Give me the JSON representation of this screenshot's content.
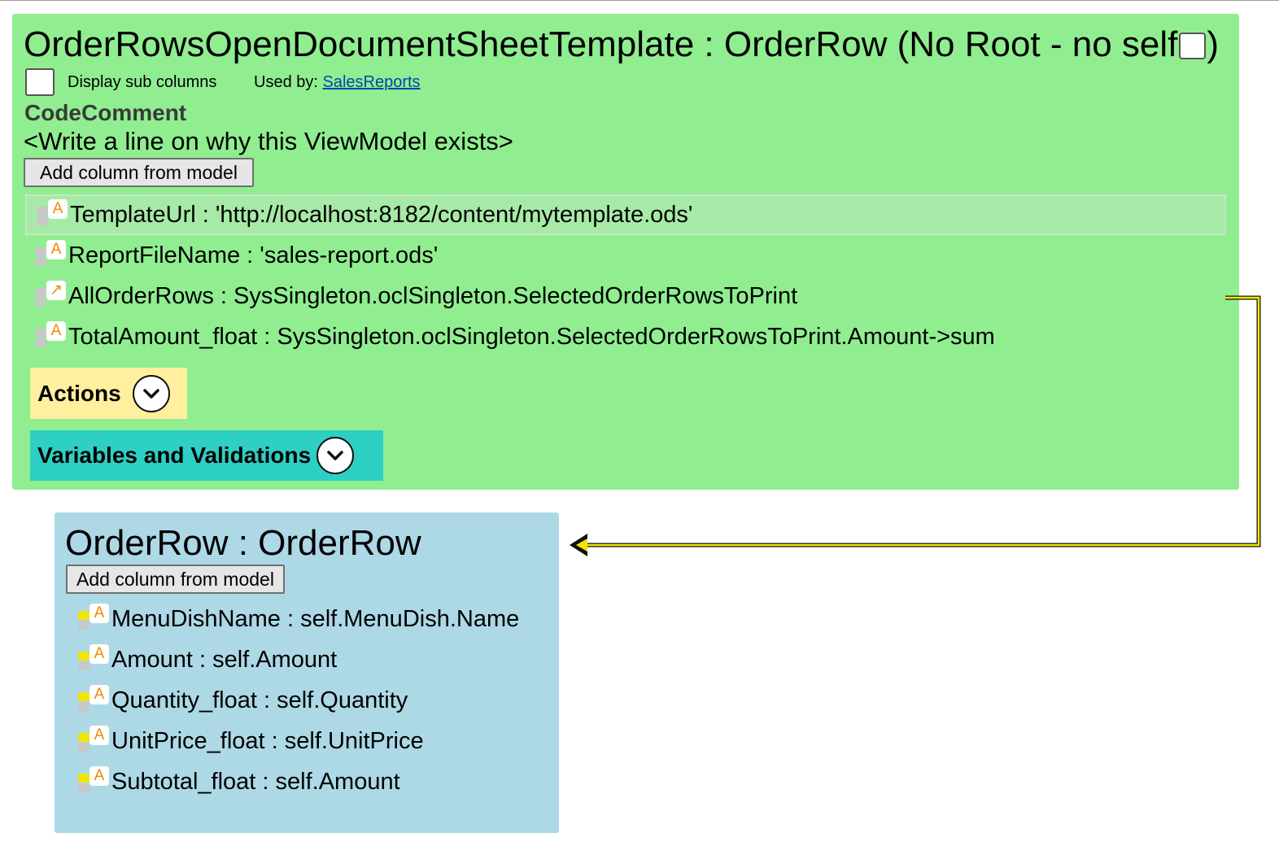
{
  "main_panel": {
    "title": "OrderRowsOpenDocumentSheetTemplate : OrderRow  (No Root - no self",
    "title_close": ")",
    "display_sub_columns_label": "Display sub columns",
    "used_by_label": "Used by:",
    "used_by_link": "SalesReports",
    "code_comment_title": "CodeComment",
    "code_comment_text": "<Write a line on why this ViewModel exists>",
    "add_column_button": "Add column from model",
    "columns": [
      {
        "text": "TemplateUrl : 'http://localhost:8182/content/mytemplate.ods'",
        "icon": "A",
        "selected": true
      },
      {
        "text": "ReportFileName : 'sales-report.ods'",
        "icon": "A"
      },
      {
        "text": "AllOrderRows : SysSingleton.oclSingleton.SelectedOrderRowsToPrint",
        "icon": "↗"
      },
      {
        "text": "TotalAmount_float : SysSingleton.oclSingleton.SelectedOrderRowsToPrint.Amount->sum",
        "icon": "A"
      }
    ],
    "actions_label": "Actions",
    "variables_label": "Variables and Validations"
  },
  "sub_panel": {
    "title": "OrderRow : OrderRow",
    "add_column_button": "Add column from model",
    "columns": [
      {
        "text": "MenuDishName : self.MenuDish.Name",
        "icon": "A"
      },
      {
        "text": "Amount : self.Amount",
        "icon": "A"
      },
      {
        "text": "Quantity_float : self.Quantity",
        "icon": "A"
      },
      {
        "text": "UnitPrice_float : self.UnitPrice",
        "icon": "A"
      },
      {
        "text": "Subtotal_float : self.Amount",
        "icon": "A"
      }
    ]
  },
  "colors": {
    "main_panel_bg": "#90ee90",
    "sub_panel_bg": "#add8e6",
    "actions_bg": "#ffef9f",
    "variables_bg": "#2ecfc4",
    "connector": "#f2e600",
    "icon_accent": "#f08a00",
    "link": "#0645ad"
  }
}
